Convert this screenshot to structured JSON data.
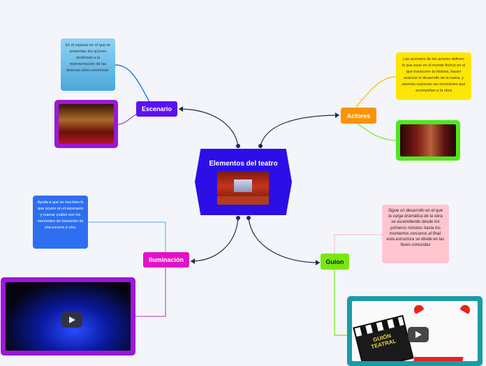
{
  "center": {
    "title": "Elementos del teatro"
  },
  "topics": {
    "escenario": {
      "label": "Escenario",
      "color": "#5a12f0"
    },
    "actores": {
      "label": "Actores",
      "color": "#ff9200"
    },
    "iluminacion": {
      "label": "Iluminación",
      "color": "#e312c8"
    },
    "guion": {
      "label": "Guion",
      "color": "#75e813"
    }
  },
  "notes": {
    "escenario": "Es el espacio en el que se presentan los actores destinado a la representación de las diversas artes escénicas.",
    "actores": "Las acciones de los actores definen lo que pase en el mundo ficticio en el que transcurre la historia, hacen avanzar el desarrollo de la trama, y además expresan las emociones que acompañan a la obra",
    "iluminacion": "Ayuda a que se vea bien lo que ocurre en el escenario y  marcar cuáles son los momentos de transición de una escena a otra.",
    "guion": "Sigue un desarrollo en el que la carga dramática de la obra va ascendiendo desde los primeros minutos hasta los momentos cercanos al final; esta estructura se divide en las fases conocidas"
  },
  "clapper": {
    "text_line1": "GUIÓN",
    "text_line2": "TEATRAL"
  }
}
